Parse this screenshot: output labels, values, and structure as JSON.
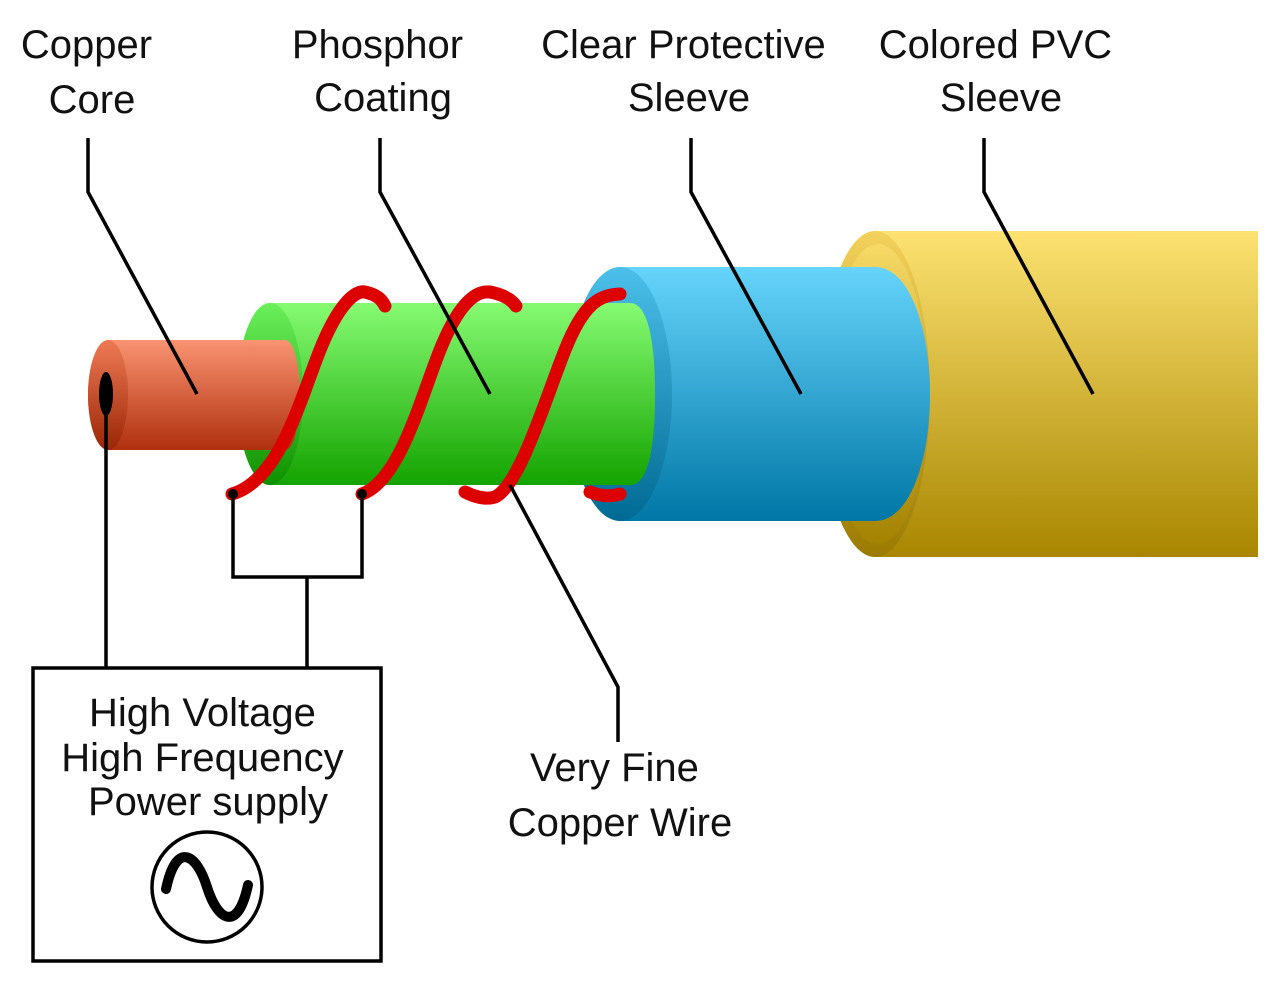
{
  "labels": {
    "copper_core": [
      "Copper",
      "Core"
    ],
    "phosphor_coating": [
      "Phosphor",
      "Coating"
    ],
    "clear_sleeve": [
      "Clear Protective",
      "Sleeve"
    ],
    "pvc_sleeve": [
      "Colored PVC",
      "Sleeve"
    ],
    "fine_wire": [
      "Very Fine",
      "Copper Wire"
    ],
    "power_supply": [
      "High Voltage",
      "High Frequency",
      "Power supply"
    ]
  },
  "icons": {
    "power_supply_symbol": "ac-sine-wave-icon"
  },
  "colors": {
    "copper_core": "#d9552e",
    "phosphor_coating": "#2fcf16",
    "clear_sleeve": "#38a9d9",
    "pvc_sleeve": "#d9b43c",
    "fine_wire": "#dd0000"
  }
}
